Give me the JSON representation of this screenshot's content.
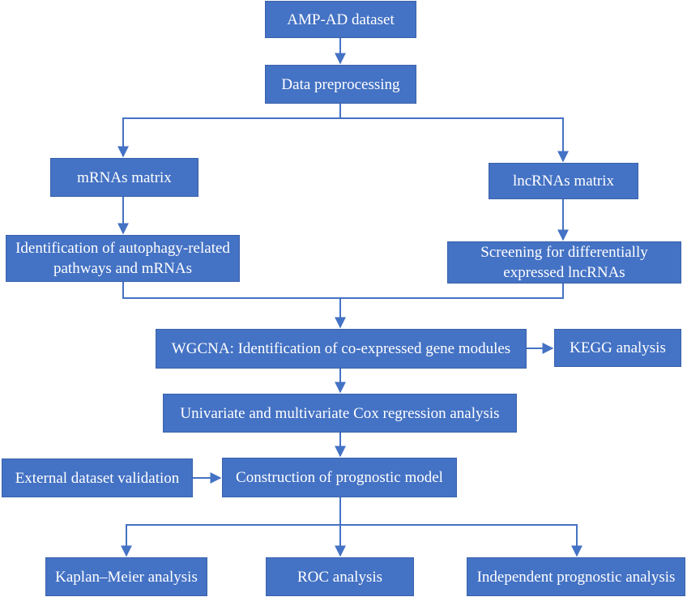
{
  "nodes": {
    "amp_ad_dataset": "AMP-AD dataset",
    "data_preprocessing": "Data preprocessing",
    "mrnas_matrix": "mRNAs matrix",
    "lncrnas_matrix": "lncRNAs matrix",
    "autophagy_line1": "Identification of autophagy-related",
    "autophagy_line2": "pathways and mRNAs",
    "screening_line1": "Screening for differentially",
    "screening_line2": "expressed lncRNAs",
    "wgcna": "WGCNA: Identification of co-expressed gene modules",
    "kegg": "KEGG analysis",
    "cox": "Univariate and multivariate Cox regression analysis",
    "external_validation": "External dataset validation",
    "prognostic_model": "Construction of prognostic model",
    "kaplan_meier": "Kaplan–Meier analysis",
    "roc": "ROC analysis",
    "independent": "Independent prognostic analysis"
  },
  "colors": {
    "box_fill": "#4472c4",
    "text": "#ffffff",
    "connector": "#4472c4"
  }
}
